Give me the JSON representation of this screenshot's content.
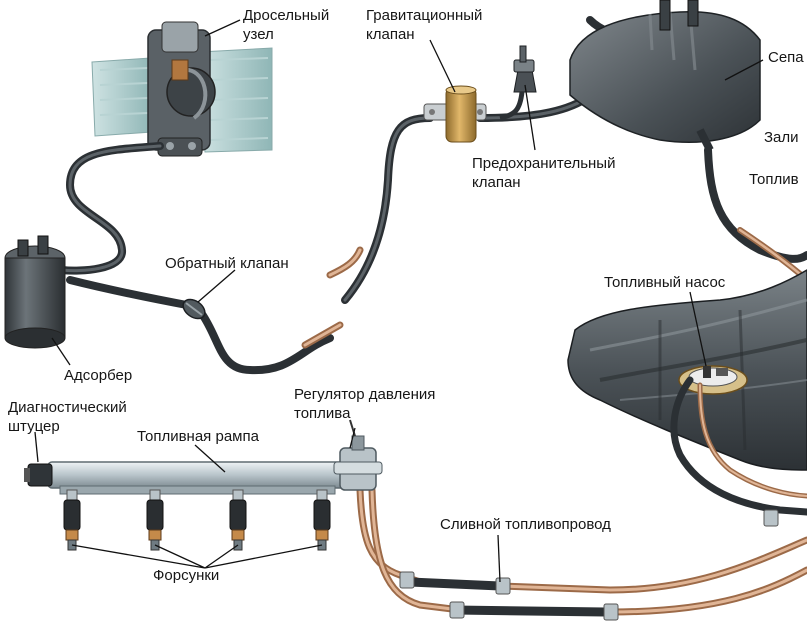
{
  "labels": {
    "throttle_line1": "Дросельный",
    "throttle_line2": "узел",
    "gravity_line1": "Гравитационный",
    "gravity_line2": "клапан",
    "separator": "Сепа",
    "filler": "Зали",
    "fuel_right": "Топлив",
    "safety_line1": "Предохранительный",
    "safety_line2": "клапан",
    "check_valve": "Обратный клапан",
    "adsorber": "Адсорбер",
    "fuel_pump": "Топливный насос",
    "regulator_line1": "Регулятор давления",
    "regulator_line2": "топлива",
    "diag_line1": "Диагностический",
    "diag_line2": "штуцер",
    "fuel_rail": "Топливная рампа",
    "return_line": "Сливной топливопровод",
    "injectors": "Форсунки"
  },
  "colors": {
    "hose": "#3b4146",
    "hose_dark": "#1e2225",
    "copper": "#d2a07c",
    "copper_dark": "#9c6a48",
    "metal": "#b9c3c8",
    "metal_dark": "#6f7b82",
    "rail": "#cfd8dc",
    "tank": "#4a5055",
    "tank_light": "#6d757a",
    "engine": "#9fc3c3",
    "brass": "#c89a4e"
  },
  "icons": [
    "throttle-body-icon",
    "gravity-valve-icon",
    "safety-valve-icon",
    "separator-tank-icon",
    "adsorber-canister-icon",
    "check-valve-icon",
    "fuel-tank-icon",
    "fuel-pump-icon",
    "pressure-regulator-icon",
    "fuel-rail-icon",
    "injector-icon",
    "diagnostic-fitting-icon"
  ]
}
